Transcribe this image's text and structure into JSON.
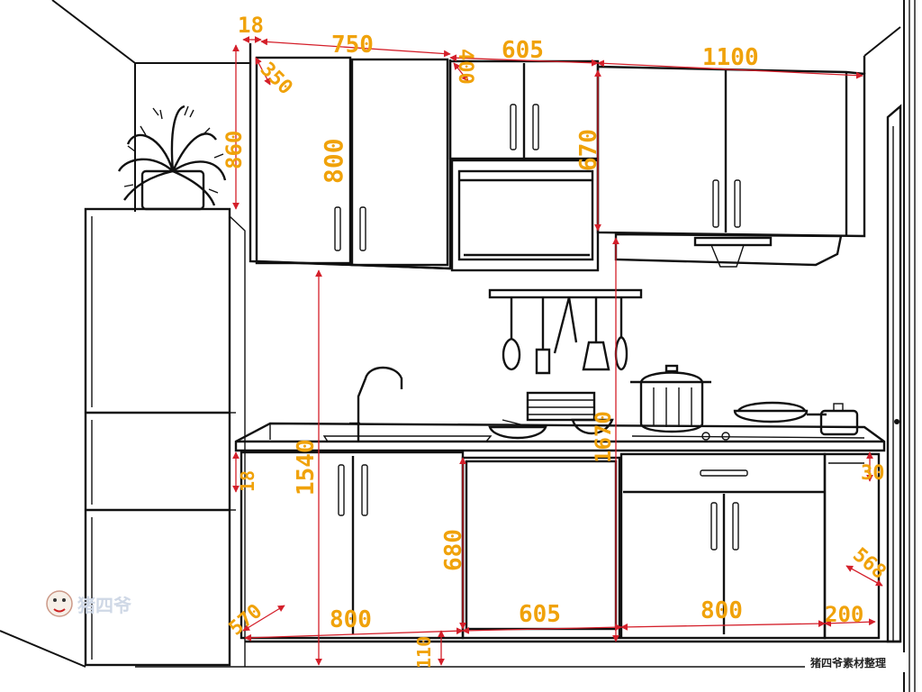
{
  "dimensions": {
    "panel_thickness": "18",
    "upper_left_width": "750",
    "upper_depth": "350",
    "wall_height": "860",
    "upper_mid_height": "400",
    "upper_mid_width": "605",
    "upper_right_width": "1100",
    "upper_left_height": "800",
    "upper_right_height": "670",
    "counter_height": "1540",
    "sink_wall_height": "1670",
    "plinth_thickness": "18",
    "lower_height": "680",
    "lower_depth": "570",
    "lower_left_width": "800",
    "lower_mid_width": "605",
    "lower_right_width": "800",
    "worktop_thickness": "30",
    "end_depth": "568",
    "end_width": "200",
    "toe_kick": "110"
  },
  "watermark": {
    "logo_text": "猪四爷",
    "credit": "猪四爷素材整理"
  },
  "colors": {
    "dimension": "#f0a20a",
    "line": "#111111",
    "arrow": "#d41f2a"
  }
}
